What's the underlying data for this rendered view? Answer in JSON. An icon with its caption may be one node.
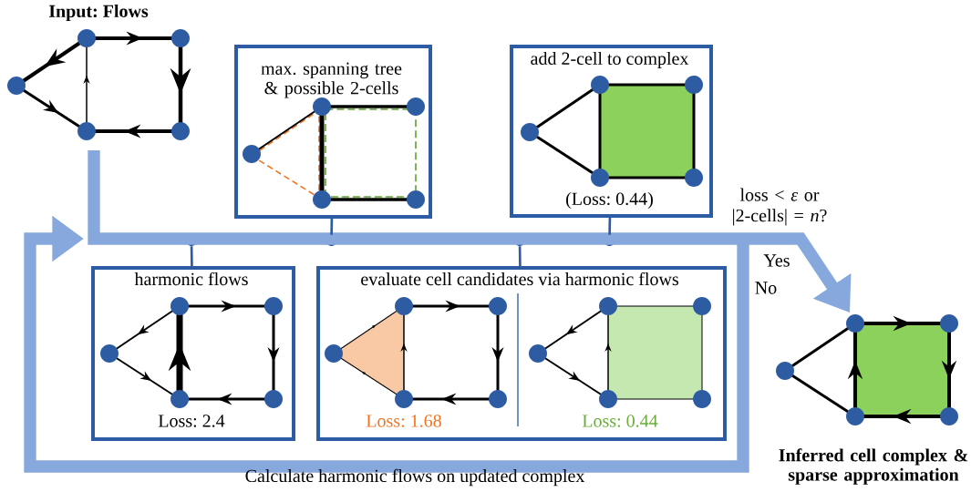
{
  "diagram": {
    "nodes": [
      {
        "text": [
          "Input: Flows"
        ]
      },
      {
        "text": [
          "max. spanning tree & possible 2-cells"
        ]
      },
      {
        "text": [
          "add 2-cell to complex",
          "(Loss: 0.44)"
        ]
      },
      {
        "text": [
          "harmonic flows",
          "Loss: 2.4"
        ]
      },
      {
        "text": [
          "evaluate cell candidates via harmonic flows",
          "Loss: 1.68",
          "Loss: 0.44"
        ]
      },
      {
        "text": [
          "Inferred cell complex & sparse approximation"
        ]
      },
      {
        "text": [],
        "shape": "circle"
      },
      {
        "text": [],
        "shape": "circle"
      },
      {
        "text": [],
        "shape": "circle"
      },
      {
        "text": [],
        "shape": "circle"
      }
    ],
    "edges": [
      {
        "from": 0,
        "to": 5,
        "arrow": "to",
        "label": "Yes",
        "style": "thick",
        "color": "#86a8dc"
      },
      {
        "from": 3,
        "to": 6,
        "arrow": "none"
      },
      {
        "from": 1,
        "to": 7,
        "arrow": "none"
      },
      {
        "from": 4,
        "to": 8,
        "arrow": "none"
      },
      {
        "from": 2,
        "to": 9,
        "arrow": "none"
      }
    ],
    "labels": [
      "loss < *ε* or |2-cells| = *n*?",
      "No",
      "Calculate harmonic flows on updated complex"
    ]
  }
}
